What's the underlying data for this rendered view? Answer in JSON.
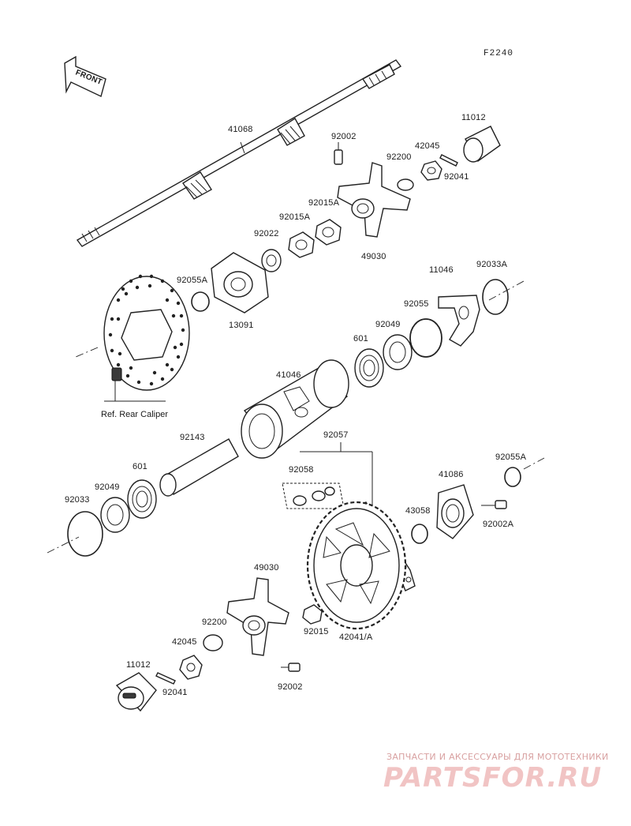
{
  "diagram": {
    "code": "F2240",
    "direction_label": "FRONT",
    "ref_note": "Ref. Rear Caliper",
    "watermark": {
      "tagline": "ЗАПЧАСТИ И АКСЕССУАРЫ ДЛЯ МОТОТЕХНИКИ",
      "brand": "PARTSFOR.RU"
    },
    "parts": {
      "p41068": "41068",
      "p92002_top": "92002",
      "p92200_top": "92200",
      "p42045_top": "42045",
      "p11012_top": "11012",
      "p92041_top": "92041",
      "p92015A_a": "92015A",
      "p92015A_b": "92015A",
      "p92022": "92022",
      "p49030_top": "49030",
      "p92055A_left": "92055A",
      "p13091": "13091",
      "p11046": "11046",
      "p92033A": "92033A",
      "p92055": "92055",
      "p92049_top": "92049",
      "p601_top": "601",
      "p41046": "41046",
      "p92057": "92057",
      "p92143": "92143",
      "p92058": "92058",
      "p601_bot": "601",
      "p92049_bot": "92049",
      "p92033": "92033",
      "p41086": "41086",
      "p92055A_right": "92055A",
      "p43058": "43058",
      "p92002A": "92002A",
      "p49030_bot": "49030",
      "p92200_bot": "92200",
      "p42045_bot": "42045",
      "p92015": "92015",
      "p42041A": "42041/A",
      "p11012_bot": "11012",
      "p92041_bot": "92041",
      "p92002_bot": "92002"
    }
  }
}
